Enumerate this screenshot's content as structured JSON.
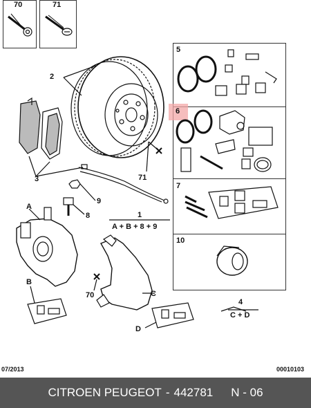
{
  "labels": {
    "screw_70": "70",
    "screw_71": "71",
    "part_2": "2",
    "part_3": "3",
    "part_71": "71",
    "part_9": "9",
    "part_8": "8",
    "part_A": "A",
    "part_1": "1",
    "formula_1": "A + B + 8 + 9",
    "part_B": "B",
    "part_70": "70",
    "part_C": "C",
    "part_D": "D",
    "part_4": "4",
    "formula_4": "C + D",
    "kit_5": "5",
    "kit_6": "6",
    "kit_7": "7",
    "kit_10": "10"
  },
  "date": "07/2013",
  "doc_number": "00010103",
  "footer": {
    "brand": "CITROEN PEUGEOT",
    "separator": "-",
    "part_number": "442781",
    "page": "N - 06"
  },
  "colors": {
    "footer_bg": "#555555",
    "highlight": "#f3a7a7"
  }
}
